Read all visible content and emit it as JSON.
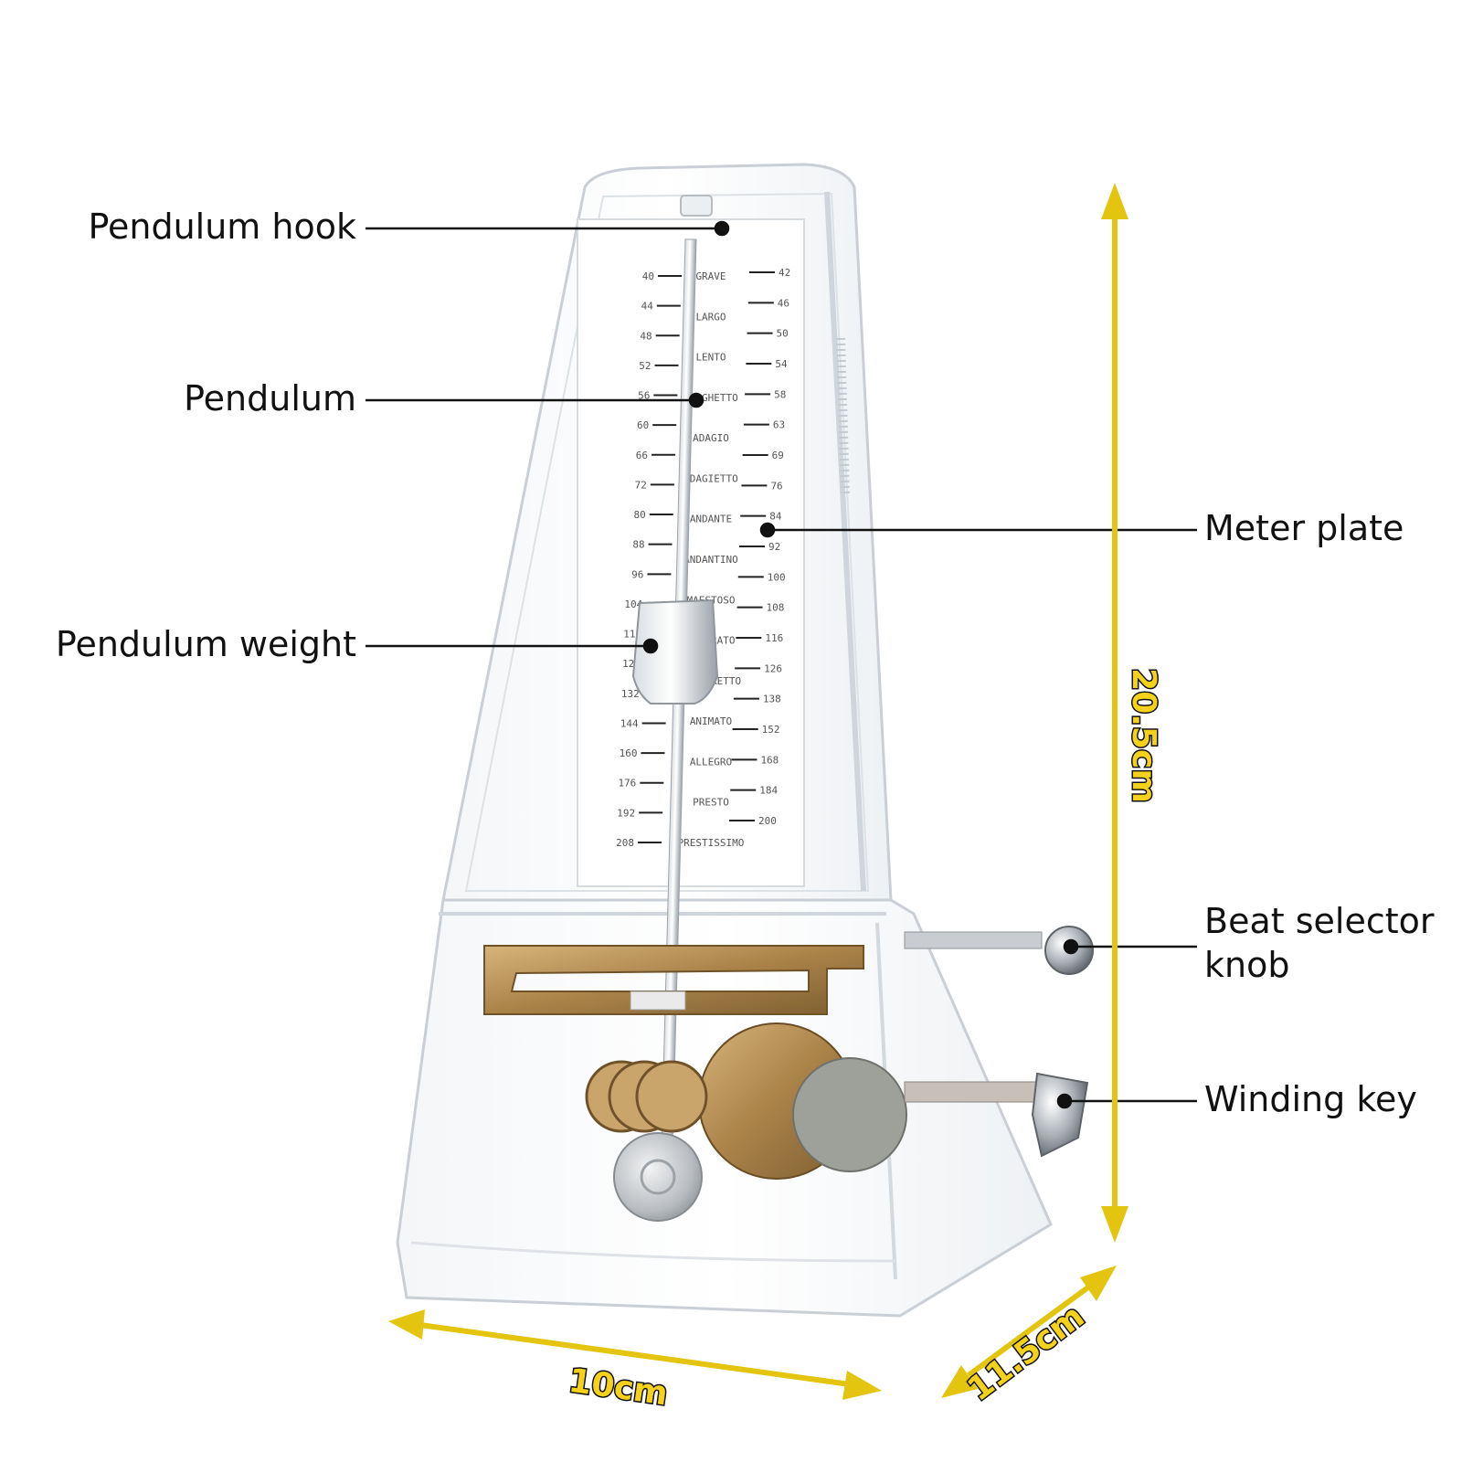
{
  "callouts": {
    "pendulum_hook": "Pendulum hook",
    "pendulum": "Pendulum",
    "pendulum_weight": "Pendulum weight",
    "meter_plate": "Meter plate",
    "beat_selector_line1": "Beat selector",
    "beat_selector_line2": "knob",
    "winding_key": "Winding key"
  },
  "dimensions": {
    "height": "20.5cm",
    "width": "10cm",
    "depth": "11.5cm"
  },
  "scale": {
    "left_ticks": [
      "40",
      "44",
      "48",
      "52",
      "56",
      "60",
      "66",
      "72",
      "80",
      "88",
      "96",
      "104",
      "112",
      "120",
      "132",
      "144",
      "160",
      "176",
      "192",
      "208"
    ],
    "right_ticks": [
      "42",
      "46",
      "50",
      "54",
      "58",
      "63",
      "69",
      "76",
      "84",
      "92",
      "100",
      "108",
      "116",
      "126",
      "138",
      "152",
      "168",
      "184",
      "200"
    ],
    "tempo_words": [
      "GRAVE",
      "LARGO",
      "LENTO",
      "LARGHETTO",
      "ADAGIO",
      "ADAGIETTO",
      "ANDANTE",
      "ANDANTINO",
      "MAESTOSO",
      "MODERATO",
      "ALLEGRETTO",
      "ANIMATO",
      "ALLEGRO",
      "PRESTO",
      "PRESTISSIMO"
    ]
  },
  "colors": {
    "dimension_yellow": "#e3c40e",
    "brass": "#b8935a",
    "callout_line": "#111111"
  }
}
